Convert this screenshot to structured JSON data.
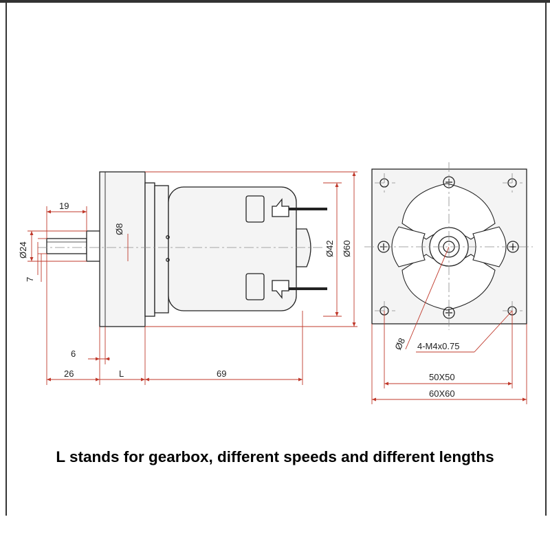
{
  "caption": "L stands for gearbox, different speeds and different lengths",
  "colors": {
    "outline": "#222222",
    "dimension": "#c0392b",
    "fill": "#f4f4f4",
    "caption": "#000000"
  },
  "side_view": {
    "dims": {
      "shaft_length": "19",
      "shaft_dia": "Ø8",
      "boss_dia": "Ø24",
      "key_offset": "7",
      "motor_dia": "Ø42",
      "body_dia": "Ø60",
      "flange_thickness": "6",
      "shaft_extension": "26",
      "gearbox_length": "L",
      "motor_length": "69"
    }
  },
  "front_view": {
    "dims": {
      "bore_dia": "Ø8",
      "mount_holes": "4-M4x0.75",
      "hole_spacing": "50X50",
      "flange_size": "60X60"
    }
  }
}
